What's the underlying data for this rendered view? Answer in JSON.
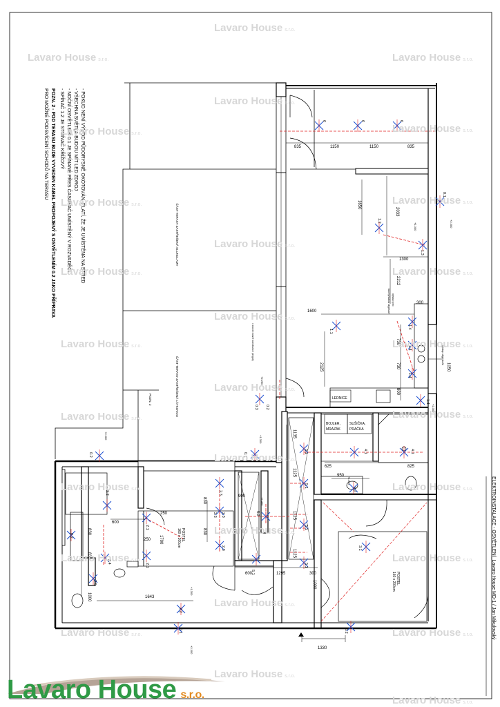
{
  "watermark": {
    "brand": "Lavaro House",
    "suffix": "s.r.o."
  },
  "logo": {
    "brand": "Lavaro House",
    "suffix": "s.r.o."
  },
  "notes": {
    "lines": [
      "- POKUD NENÍ VÝVOD PŮDORYSNĚ OKÓTOVÁN, PLATÍ, ŽE JE UMÍSTĚNA NA STŘED",
      "- VŠECHNA SVĚTLA BUDOU MÍT LED ZDROJ",
      "- NOČNÍ OSVĚTLENÍ 0.1 JE SPÍNANÉ PŘES ČASOVAČ UMÍSTĚNÝ V ROZVADĚČI",
      "- SPÍNAČ 1.2 JE STMÍVAČ KŘÍŽOVÝ",
      "POZN. 2 - POD TERASU BUDE VYVEDEN KABEL PROPOJENÝ S OSVĚTLENÍM 0.2 JAKO PŘÍPRAVA",
      "PRO MOŽNÉ PODSVÍCENÍ SCHODŮ NA TERASU"
    ]
  },
  "title_block": "ELEKTROINSTALACE - OSVĚTLENÍ_Lavaro House MD-1 / Jan Mikulovský",
  "rooms": {
    "terrace_top": "ČÁST TERASY ZASTŘEŠENÁ SLUNCLAMY",
    "terrace_bottom": "ČÁST TERASY ZASTŘEŠENÁ LÁTKOVOU",
    "note_pozn2": "POZN. 2",
    "bed1": "POSTEL",
    "bed1_size": "160 x 200cm",
    "bed2": "POSTEL",
    "bed2_size": "160 x 200cm",
    "fridge": "LEDNICE",
    "boiler": "BOJLER,",
    "freezer": "MRAZÁK",
    "dryer": "SUŠIČKA,",
    "washer": "PRAČKA",
    "hood_note1": "výstup pro",
    "hood_note2": "kuchyňskou digestoř",
    "hood_note3": "výstup digestoře",
    "rail_note": "v úrovni nosné konstrukce pergoly"
  },
  "dimensions": {
    "top": [
      "835",
      "1150",
      "1150",
      "835"
    ],
    "d1650": "1650",
    "d2033": "2033",
    "d1300": "1300",
    "d2212": "2212",
    "d300": "300",
    "d1600": "1600",
    "d2125": "2125",
    "d730a": "730",
    "d730b": "730",
    "d800": "800",
    "d1050": "1050",
    "d1135": "1135",
    "d1125a": "1125",
    "d1125b": "1125",
    "d1125c": "1125",
    "d625": "625",
    "d825": "825",
    "d950": "950",
    "d900": "900",
    "d830a": "830",
    "d830b": "830",
    "d250a": "250",
    "d250b": "250",
    "d1700": "1700",
    "d600a": "600",
    "d830c": "830",
    "d830d": "830",
    "d1000": "1000",
    "d1643": "1643",
    "d600b": "600",
    "d1295": "1295",
    "d300b": "300",
    "d1330": "1330",
    "d1000b": "1000"
  },
  "labels": {
    "l0_1a": "0.1",
    "l1_3": "1.3",
    "l1_2": "1.2",
    "l1_1": "1.1",
    "l1_4a": "1.4",
    "l1_4b": "1.4",
    "l1_4c": "1.4",
    "l1_4d": "1.4",
    "l0_2a": "0.2",
    "l0_3": "0.3",
    "l0_1b": "0.1",
    "l4_1a": "4.1",
    "l4_1b": "4.1",
    "l4_2": "4.2",
    "l5_1a": "5.1",
    "l5_1b": "5.1",
    "l5_1c": "5.1",
    "l5_1d": "5.1",
    "l5_1e": "5.1",
    "l5_2": "5.2",
    "l2_3a": "2.3",
    "l2_3b": "2.3",
    "l2_3c": "2.3",
    "l2_3d": "2.3",
    "l2_1a": "2.1",
    "l2_1b": "2.1",
    "l2_4": "2.4",
    "l2_5": "2.5",
    "l2_2a": "2.2",
    "l2_2b": "2.2",
    "l0_1c": "0.1",
    "l3_1": "3.1",
    "l0_2b": "0.2",
    "l0_2c": "0.2",
    "l0_2d": "0.2",
    "l6a": "6",
    "l6b": "6",
    "l6c": "6",
    "h2300a": "+2.300",
    "h2300b": "+2.300",
    "h1300a": "+1.300",
    "h2300c": "+2.300",
    "h1300b": "+1.300",
    "h1300c": "+1.300",
    "h2250": "+2.250",
    "h2300d": "+2.300",
    "h1800": "+1.800",
    "h2450": "+2.450"
  }
}
